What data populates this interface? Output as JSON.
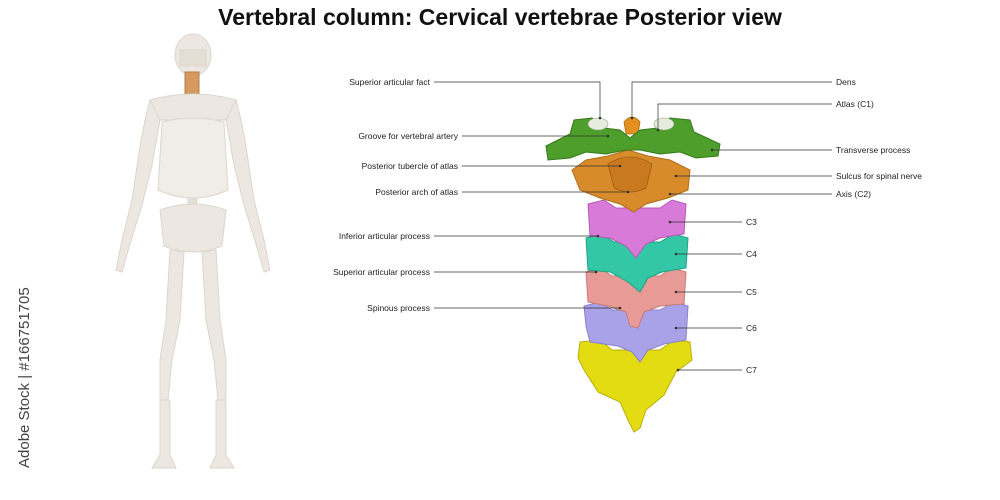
{
  "title": "Vertebral column: Cervical vertebrae Posterior view",
  "labels_left": [
    {
      "key": "superior_articular_facet",
      "text": "Superior articular fact"
    },
    {
      "key": "groove_vertebral_artery",
      "text": "Groove for vertebral artery"
    },
    {
      "key": "posterior_tubercle_atlas",
      "text": "Posterior tubercle of atlas"
    },
    {
      "key": "posterior_arch_atlas",
      "text": "Posterior arch of atlas"
    },
    {
      "key": "inferior_articular_process",
      "text": "Inferior articular process"
    },
    {
      "key": "superior_articular_process",
      "text": "Superior articular process"
    },
    {
      "key": "spinous_process",
      "text": "Spinous process"
    }
  ],
  "labels_right": [
    {
      "key": "dens",
      "text": "Dens"
    },
    {
      "key": "atlas",
      "text": "Atlas (C1)"
    },
    {
      "key": "transverse_process",
      "text": "Transverse process"
    },
    {
      "key": "sulcus_spinal_nerve",
      "text": "Sulcus for spinal nerve"
    },
    {
      "key": "axis",
      "text": "Axis (C2)"
    },
    {
      "key": "c3",
      "text": "C3"
    },
    {
      "key": "c4",
      "text": "C4"
    },
    {
      "key": "c5",
      "text": "C5"
    },
    {
      "key": "c6",
      "text": "C6"
    },
    {
      "key": "c7",
      "text": "C7"
    }
  ],
  "watermark": "Adobe Stock | #166751705",
  "colors": {
    "atlas": "#4e9e2c",
    "axis": "#d88b2a",
    "c3": "#d77ad8",
    "c4": "#33c7a6",
    "c5": "#e89a96",
    "c6": "#a9a2e8",
    "c7": "#e3dc12",
    "skeleton": "#ebe7e0",
    "cervical_highlight": "#c98a55"
  }
}
